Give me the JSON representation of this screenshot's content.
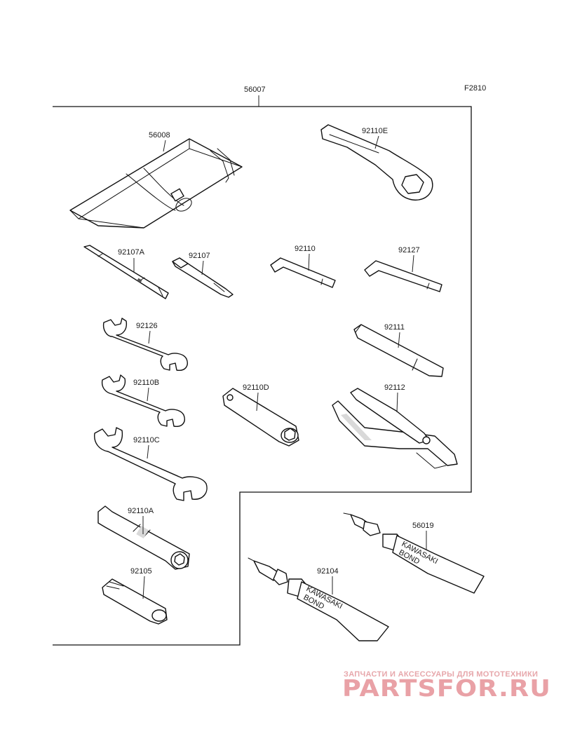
{
  "figure_code": "F2810",
  "parts": {
    "tool_kit": "56007",
    "tool_bag": "56008",
    "box_wrench": "92110E",
    "screwdriver_grip": "92107A",
    "screwdriver": "92107",
    "hex_wrench_a": "92110",
    "hex_wrench_b": "92127",
    "wrench_92126": "92126",
    "extension_bar": "92111",
    "wrench_92110b": "92110B",
    "socket_wrench": "92110D",
    "pliers": "92112",
    "wrench_92110c": "92110C",
    "spark_plug_wrench": "92110A",
    "bond_tube_large": "56019",
    "handle_92105": "92105",
    "bond_tube_small": "92104"
  },
  "tube_text": {
    "brand": "KAWASAKI",
    "product": "BOND"
  },
  "watermark": {
    "tagline": "ЗАПЧАСТИ И АКСЕССУАРЫ ДЛЯ МОТОТЕХНИКИ",
    "logo": "PARTSFOR.RU"
  }
}
